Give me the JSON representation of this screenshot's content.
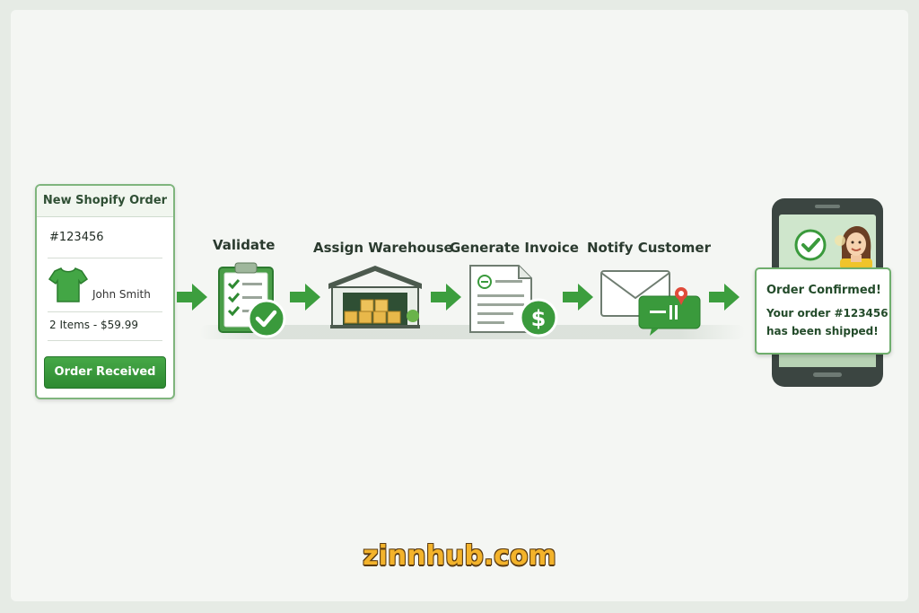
{
  "order_card": {
    "title": "New Shopify Order",
    "order_number": "#123456",
    "customer": "John Smith",
    "summary": "2 Items - $59.99",
    "status_button": "Order Received"
  },
  "steps": [
    {
      "label": "Validate",
      "icon": "clipboard-check-icon"
    },
    {
      "label": "Assign Warehouse",
      "icon": "warehouse-icon"
    },
    {
      "label": "Generate Invoice",
      "icon": "invoice-dollar-icon"
    },
    {
      "label": "Notify Customer",
      "icon": "envelope-chat-icon"
    }
  ],
  "notification": {
    "title": "Order Confirmed!",
    "line1": "Your order #123456",
    "line2": "has been shipped!"
  },
  "brand": "zinnhub.com",
  "colors": {
    "accent_green": "#3a9a3c",
    "dark_green": "#24752a",
    "brand_orange": "#f3b32b"
  }
}
